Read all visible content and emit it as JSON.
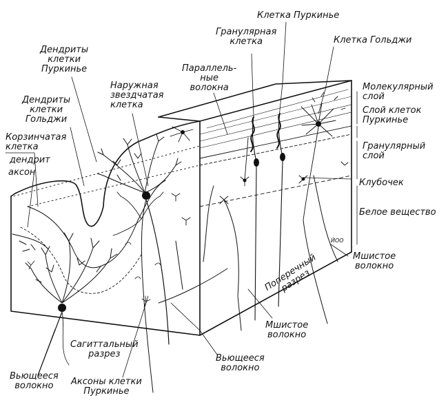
{
  "labels": {
    "purkinje_cell": "Клетка Пуркинье",
    "granular_cell": [
      "Гранулярная",
      "клетка"
    ],
    "golgi_cell": "Клетка Гольджи",
    "purkinje_dendrites": [
      "Дендриты",
      "клетки",
      "Пуркинье"
    ],
    "parallel_fibers": [
      "Параллель-",
      "ные",
      "волокна"
    ],
    "outer_stellate": [
      "Наружная",
      "звездчатая",
      "клетка"
    ],
    "golgi_dendrites": [
      "Дендриты",
      "клетки",
      "Гольджи"
    ],
    "basket_cell": [
      "Корзинчатая",
      "клетка"
    ],
    "dendrite": "дендрит",
    "axon": "аксон",
    "molecular_layer": [
      "Молекулярный",
      "слой"
    ],
    "purkinje_layer": [
      "Слой клеток",
      "Пуркинье"
    ],
    "granular_layer": [
      "Гранулярный",
      "слой"
    ],
    "glomerulus": "Клубочек",
    "white_matter": "Белое вещество",
    "mossy_fiber_right": [
      "Мшистое",
      "волокно"
    ],
    "transverse_section": [
      "Поперечный",
      "разрез"
    ],
    "mossy_fiber_bottom": [
      "Мшистое",
      "волокно"
    ],
    "climbing_fiber_right": [
      "Вьющееся",
      "волокно"
    ],
    "sagittal_section": [
      "Сагиттальный",
      "разрез"
    ],
    "climbing_fiber_left": [
      "Вьющееся",
      "волокно"
    ],
    "purkinje_axons": [
      "Аксоны клетки",
      "Пуркинье"
    ],
    "signature": "ЙОО"
  }
}
